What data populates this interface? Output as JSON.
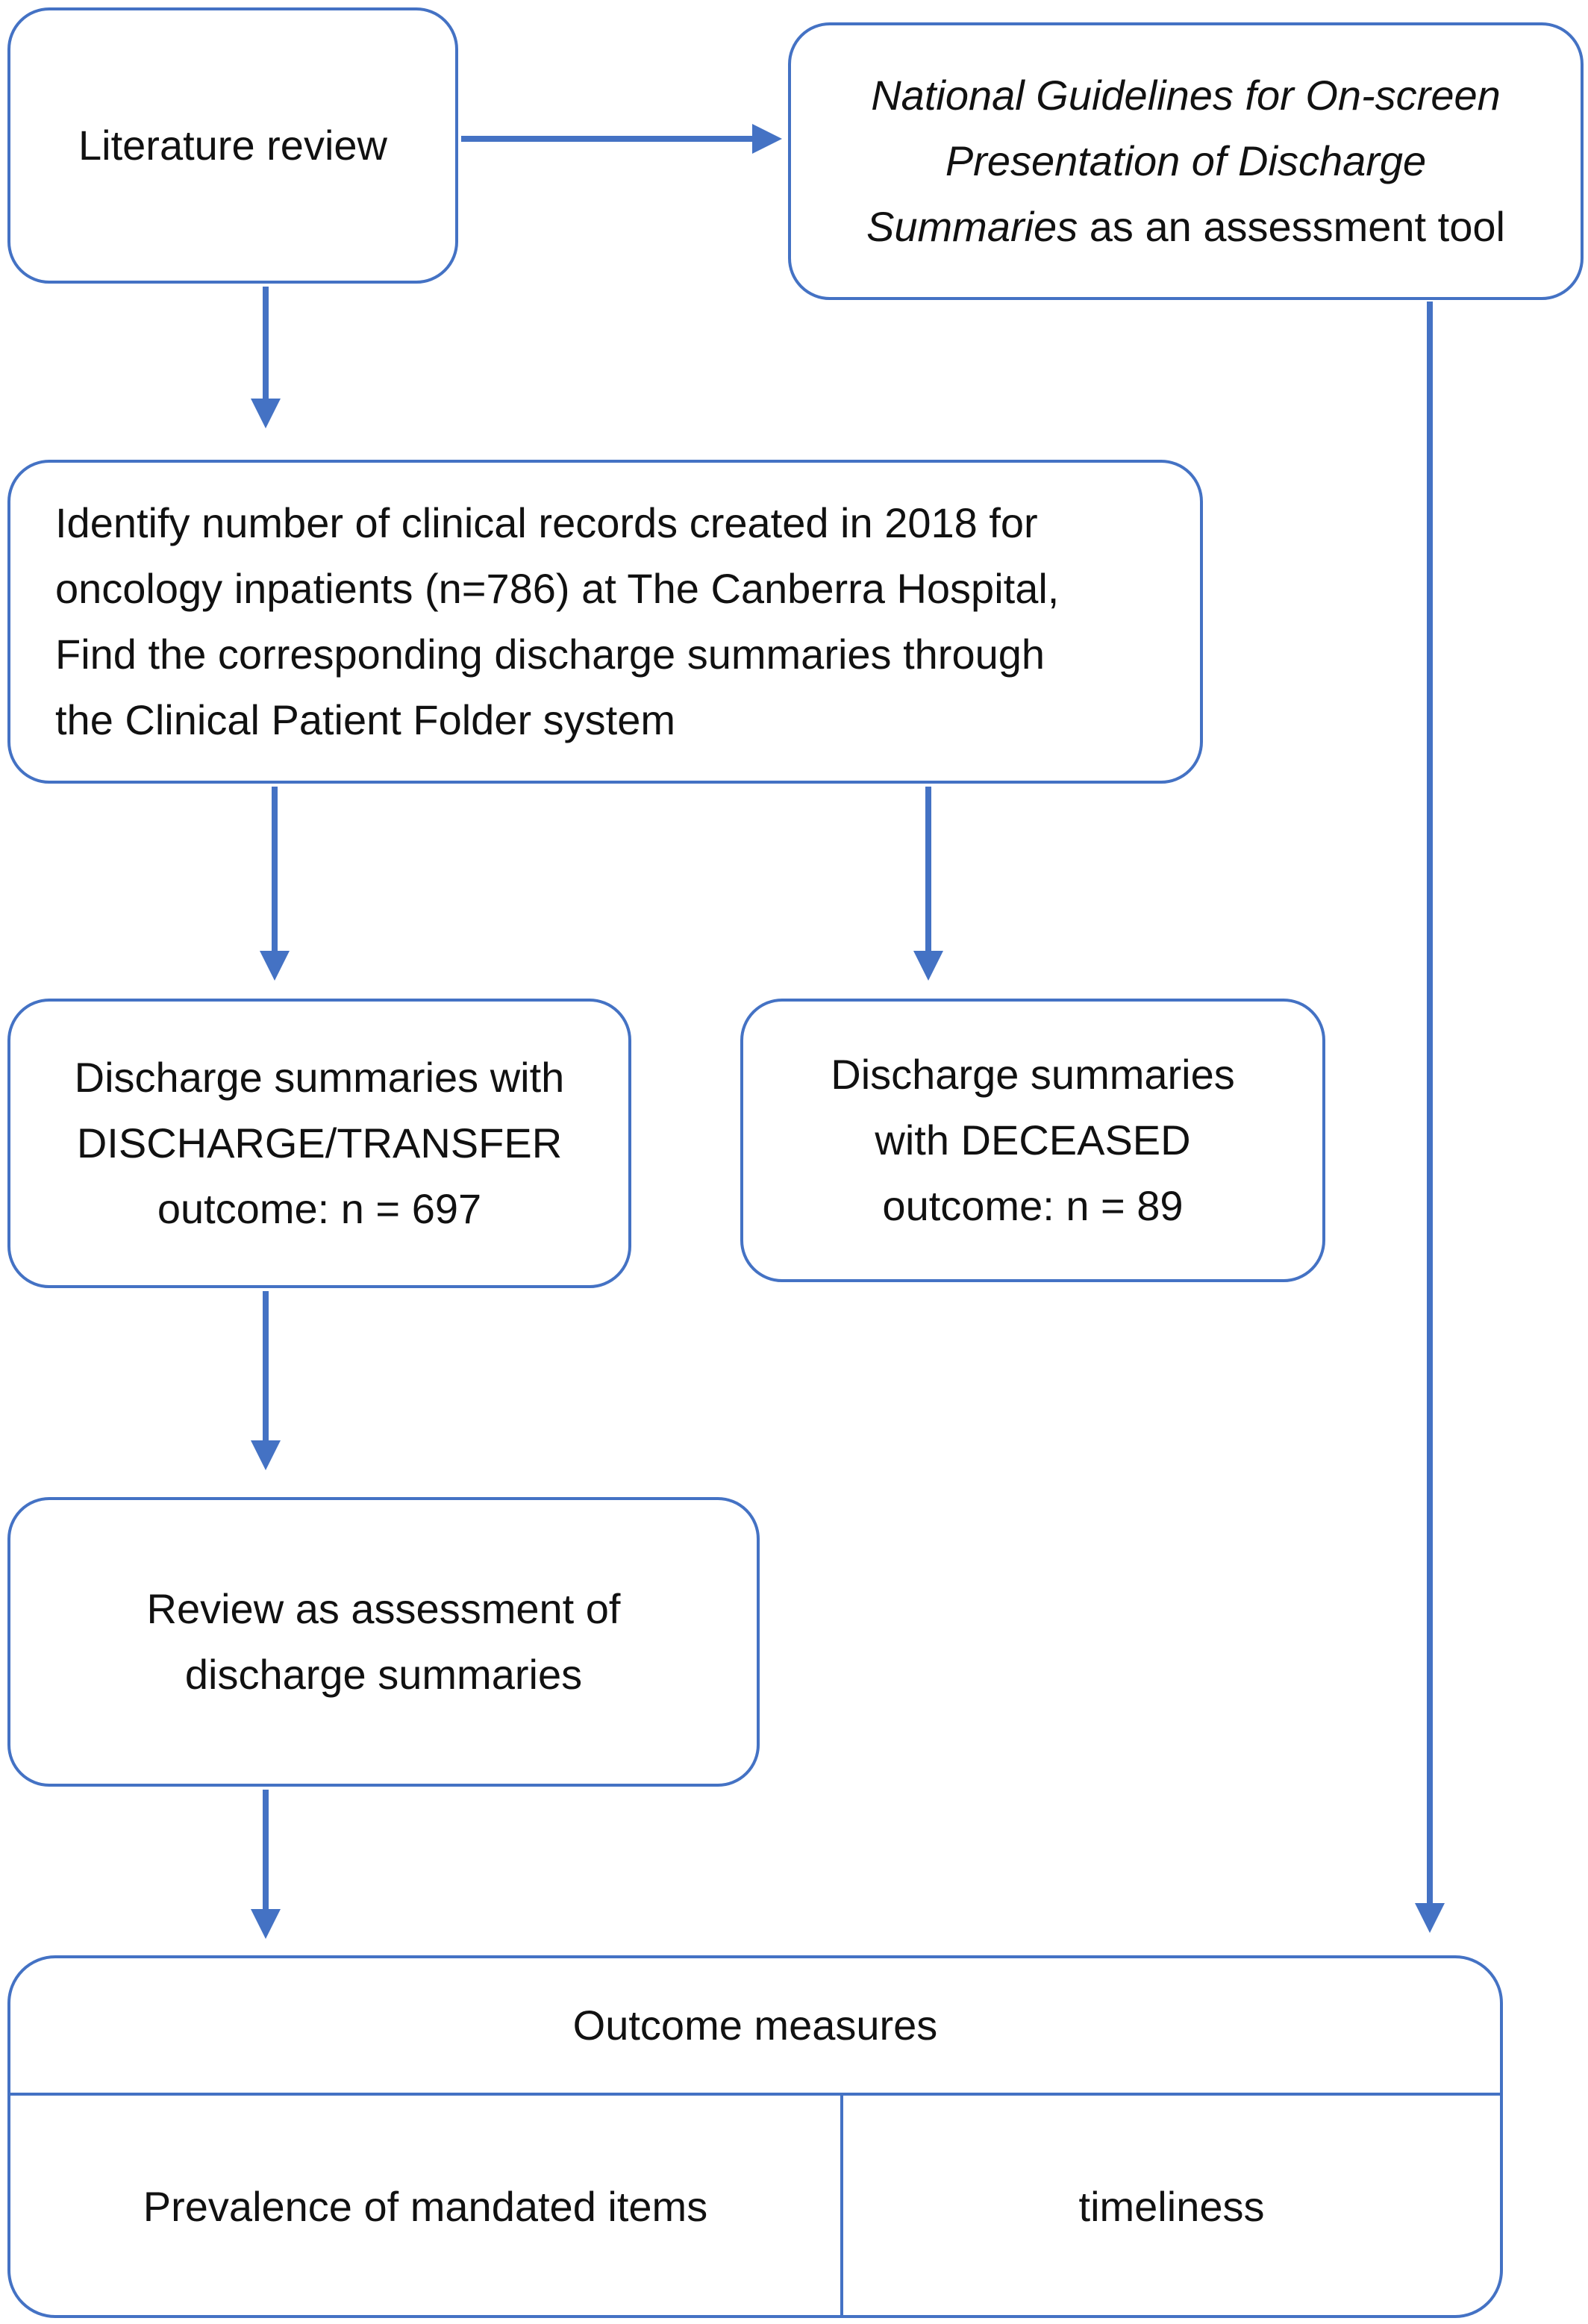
{
  "nodes": {
    "literature_review": "Literature review",
    "guidelines": {
      "italic_part": "National Guidelines for On-screen Presentation of Discharge Summaries",
      "plain_part": " as an assessment tool"
    },
    "identify_records": "Identify number of clinical records created in 2018 for\noncology inpatients (n=786) at The Canberra Hospital,\nFind the corresponding discharge summaries through\nthe Clinical Patient Folder system",
    "discharge_transfer": "Discharge summaries with\nDISCHARGE/TRANSFER\noutcome: n = 697",
    "deceased": "Discharge summaries\nwith DECEASED\noutcome: n = 89",
    "review": "Review as assessment of\ndischarge summaries",
    "outcome_measures": {
      "title": "Outcome measures",
      "left": "Prevalence of mandated items",
      "right": "timeliness"
    }
  },
  "colors": {
    "border": "#4472C4",
    "arrow": "#4472C4",
    "text": "#111111"
  }
}
